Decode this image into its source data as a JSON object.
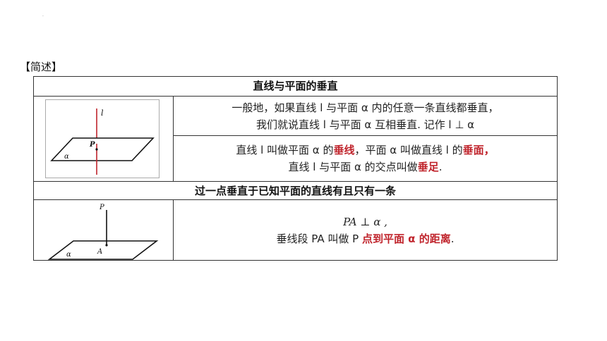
{
  "heading": "【简述】",
  "header1": "直线与平面的垂直",
  "row2": {
    "top": {
      "line1": "一般地，如果直线 l 与平面 α 内的任意一条直线都垂直，",
      "line2": "我们就说直线 l 与平面 α 互相垂直.   记作  l ⊥ α"
    },
    "bottom": {
      "line1_a": "直线 l 叫做平面 α 的",
      "line1_b": "垂线",
      "line1_c": "，平面 α 叫做直线 l 的",
      "line1_d": "垂面",
      "line1_e": "，",
      "line2_a": "直线 l 与平面 α 的交点叫做",
      "line2_b": "垂足",
      "line2_c": "."
    },
    "figure": {
      "label_line": "l",
      "label_point": "P",
      "label_plane": "α"
    }
  },
  "header2": "过一点垂直于已知平面的直线有且只有一条",
  "row4": {
    "line1": "PA ⊥ α ,",
    "line2_a": "垂线段 PA 叫做 P ",
    "line2_b": "点到平面 α 的距离",
    "line2_c": ".",
    "figure": {
      "label_top": "P",
      "label_foot": "A",
      "label_plane": "α"
    }
  },
  "colors": {
    "accent_red": "#c0242c",
    "border": "#333333"
  }
}
